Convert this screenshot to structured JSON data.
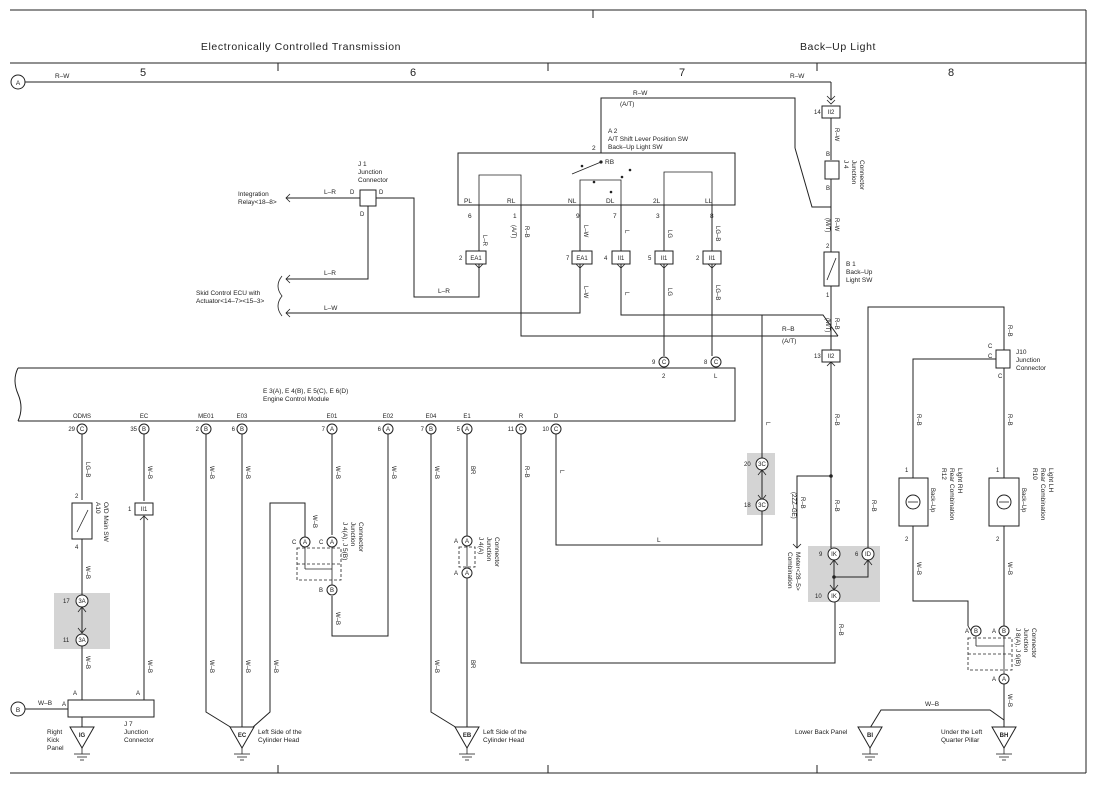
{
  "header": {
    "title_left": "Electronically Controlled Transmission",
    "title_right": "Back–Up Light",
    "columns": [
      "5",
      "6",
      "7",
      "8"
    ]
  },
  "terminals": {
    "a": "A",
    "b": "B"
  },
  "wires": {
    "rw": "R–W",
    "at": "(A/T)",
    "mt": "(M/T)",
    "lr": "L–R",
    "lw": "L–W",
    "l": "L",
    "lg": "LG",
    "lgb": "LG–B",
    "rb": "R–B",
    "wb": "W–B",
    "br": "BR"
  },
  "components": {
    "a2": {
      "id": "A 2",
      "name1": "A/T Shift Lever Position SW",
      "name2": "Back–Up Light SW",
      "pins": [
        "PL",
        "RL",
        "NL",
        "DL",
        "2L",
        "LL"
      ],
      "pin_nums": [
        "6",
        "1",
        "9",
        "7",
        "3",
        "8"
      ],
      "rb": "RB",
      "pin2": "2"
    },
    "j1": {
      "id": "J 1",
      "name1": "Junction",
      "name2": "Connector",
      "d": "D"
    },
    "integration": {
      "line1": "Integration",
      "line2": "Relay<18–8>"
    },
    "skid": {
      "line1": "Skid Control ECU with",
      "line2": "Actuator<14–7><15–3>"
    },
    "connectors": {
      "ea1": "EA1",
      "ii1": "II1",
      "ii2": "II2",
      "c": "C",
      "3c": "3C",
      "3a": "3A",
      "ik": "IK",
      "id": "ID"
    },
    "ecm": {
      "line1": "E 3(A), E 4(B), E 5(C), E 6(D)",
      "line2": "Engine Control Module",
      "pins": [
        "ODMS",
        "EC",
        "ME01",
        "E03",
        "E01",
        "E02",
        "E04",
        "E1",
        "R",
        "D"
      ],
      "nums": [
        "29",
        "35",
        "2",
        "6",
        "7",
        "6",
        "7",
        "5",
        "11",
        "10"
      ],
      "letters": [
        "C",
        "B",
        "B",
        "B",
        "A",
        "A",
        "B",
        "A",
        "C",
        "C"
      ]
    },
    "a10": {
      "id": "A10",
      "name1": "O/D Main SW"
    },
    "j4": {
      "id": "J 4",
      "name1": "Junction",
      "name2": "Connector"
    },
    "b1": {
      "id": "B 1",
      "name1": "Back–Up",
      "name2": "Light SW"
    },
    "j10": {
      "id": "J10",
      "name1": "Junction",
      "name2": "Connector"
    },
    "j4j5": {
      "id": "J 4(A), J 5(B)",
      "name1": "Junction",
      "name2": "Connector"
    },
    "j4a": {
      "id": "J 4(A)",
      "name1": "Junction",
      "name2": "Connector"
    },
    "combo": {
      "name1": "Combination",
      "name2": "Meter<28–5>",
      "variant": "(2ZZ–GE)"
    },
    "r12": {
      "id": "R12",
      "name1": "Rear Combination",
      "name2": "Light RH",
      "lamp": "Back–Up"
    },
    "r10": {
      "id": "R10",
      "name1": "Rear Combination",
      "name2": "Light LH",
      "lamp": "Back–Up"
    },
    "j8j9": {
      "id": "J 8(A), J 9(B)",
      "name1": "Junction",
      "name2": "Connector"
    },
    "j7": {
      "id": "J 7",
      "name1": "Junction",
      "name2": "Connector"
    }
  },
  "grounds": {
    "ig": {
      "id": "IG",
      "label": [
        "Right",
        "Kick",
        "Panel"
      ]
    },
    "ec": {
      "id": "EC",
      "label": [
        "Left Side of the",
        "Cylinder Head"
      ]
    },
    "eb": {
      "id": "EB",
      "label": [
        "Left Side of the",
        "Cylinder Head"
      ]
    },
    "bi": {
      "id": "BI",
      "label": [
        "Lower Back Panel"
      ]
    },
    "bh": {
      "id": "BH",
      "label": [
        "Under the Left",
        "Quarter Pillar"
      ]
    }
  }
}
